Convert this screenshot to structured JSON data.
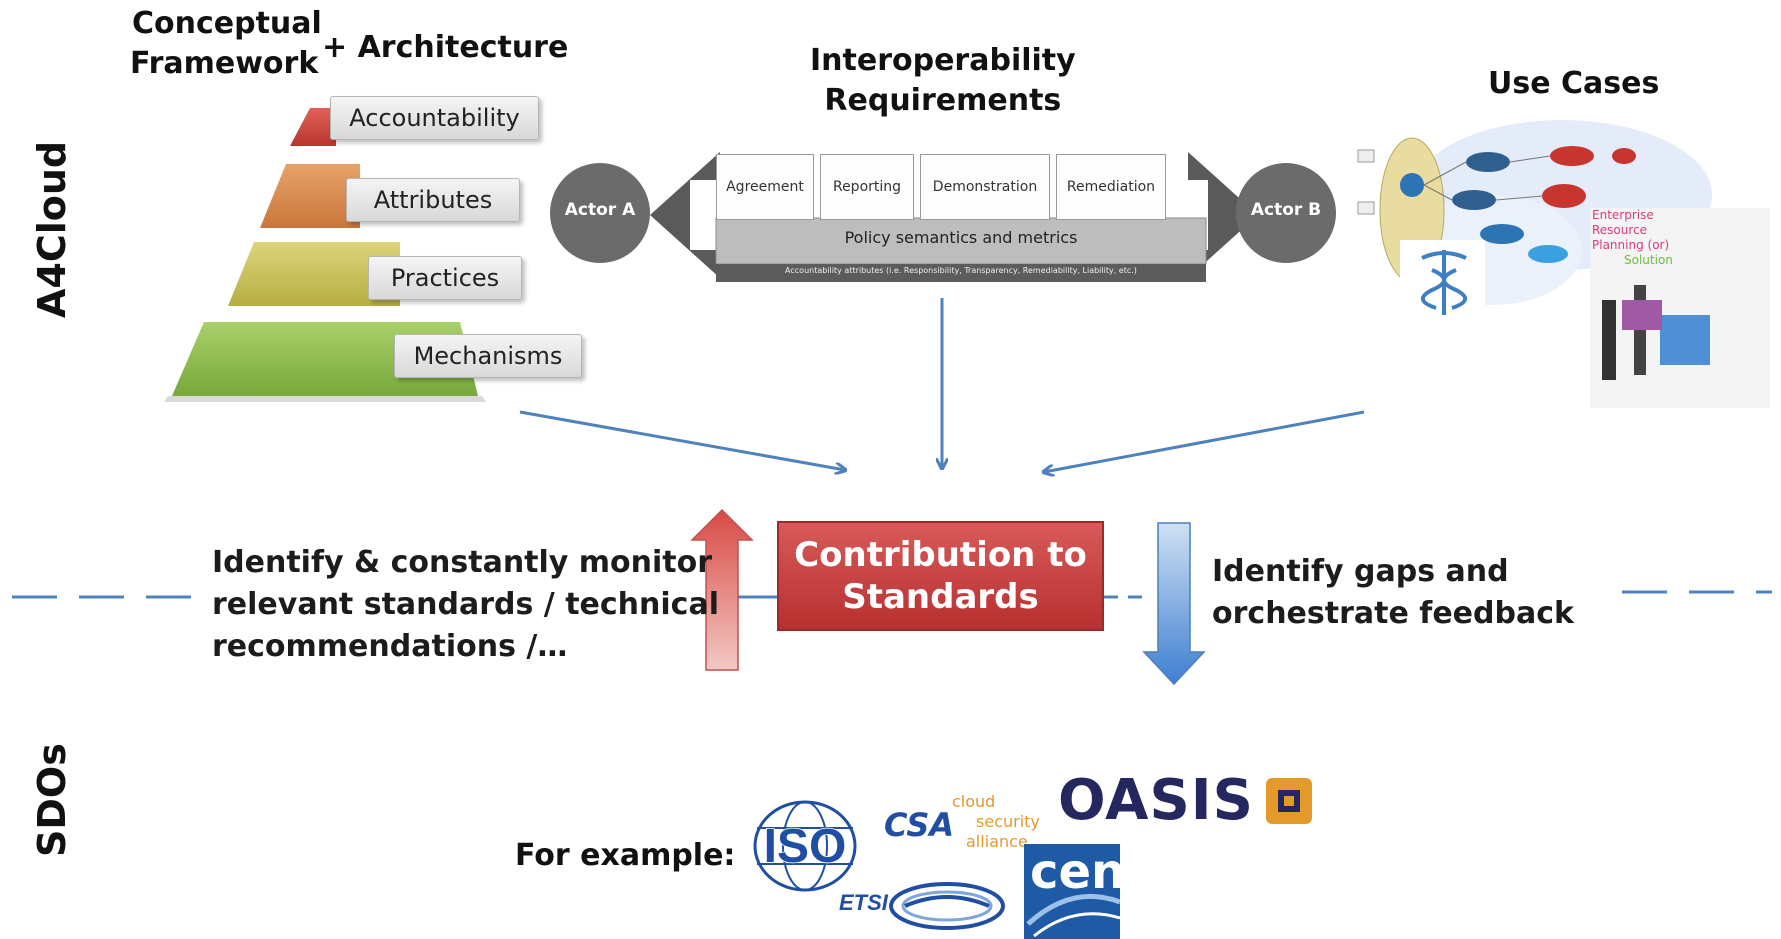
{
  "side_labels": {
    "top": "A4Cloud",
    "bottom": "SDOs"
  },
  "headings": {
    "framework_line1": "Conceptual",
    "framework_line2": "Framework",
    "architecture": "+ Architecture",
    "interop_line1": "Interoperability",
    "interop_line2": "Requirements",
    "use_cases": "Use Cases"
  },
  "pyramid": [
    "Accountability",
    "Attributes",
    "Practices",
    "Mechanisms"
  ],
  "interop": {
    "actor_a": "Actor A",
    "actor_b": "Actor B",
    "tabs": [
      "Agreement",
      "Reporting",
      "Demonstration",
      "Remediation"
    ],
    "policy": "Policy semantics and metrics",
    "attributes_strip": "Accountability attributes (i.e. Responsibility, Transparency, Remediability, Liability, etc.)"
  },
  "use_case_snippet": [
    "Enterprise",
    "Resource",
    "Planning (or)",
    "Solution"
  ],
  "center": {
    "line1": "Contribution to",
    "line2": "Standards"
  },
  "left_text": [
    "Identify & constantly monitor",
    "relevant standards / technical",
    "recommendations /…"
  ],
  "right_text": [
    "Identify gaps and",
    "orchestrate feedback"
  ],
  "example_label": "For example:",
  "logos": {
    "iso": "ISO",
    "csa": "CSA",
    "csa_tag": [
      "cloud",
      "security",
      "alliance"
    ],
    "oasis": "OASIS",
    "etsi": "ETSI",
    "cen": "cen"
  },
  "colors": {
    "arrow_blue": "#4f81bd",
    "red_box": "#c0392b",
    "pyramid": [
      "#c9403a",
      "#d98a4a",
      "#c9c25a",
      "#8dbb4a"
    ]
  }
}
